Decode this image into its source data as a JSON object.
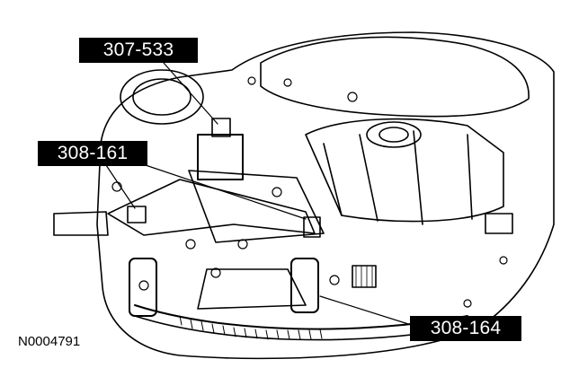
{
  "figure": {
    "callouts": [
      {
        "label": "307-533"
      },
      {
        "label": "308-161"
      },
      {
        "label": "308-164"
      }
    ],
    "reference_code": "N0004791"
  }
}
